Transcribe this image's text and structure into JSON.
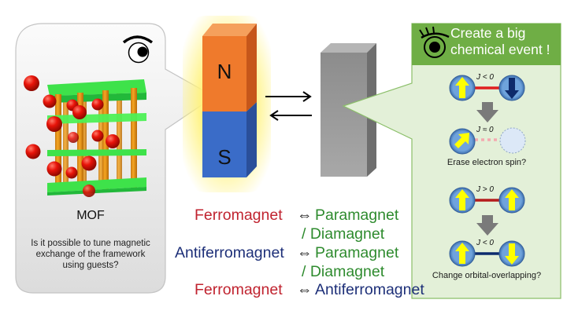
{
  "mof_panel": {
    "label": "MOF",
    "question_lines": [
      "Is it possible to tune magnetic",
      "exchange of the framework",
      "using guests?"
    ]
  },
  "magnet": {
    "north_label": "N",
    "south_label": "S"
  },
  "transitions": [
    {
      "left": "Ferromagnet",
      "arrow": "⇔",
      "right": "Paramagnet",
      "right_cont": "/ Diamagnet"
    },
    {
      "left": "Antiferromagnet",
      "arrow": "⇔",
      "right": "Paramagnet",
      "right_cont": "/ Diamagnet"
    },
    {
      "left": "Ferromagnet",
      "arrow": "⇔",
      "right": "Antiferromagnet"
    }
  ],
  "event_panel": {
    "title_lines": [
      "Create a big",
      "chemical event !"
    ],
    "scheme1": {
      "before_label": "J < 0",
      "after_label": "J ≈ 0",
      "caption": "Erase electron spin?"
    },
    "scheme2": {
      "before_label": "J > 0",
      "after_label": "J < 0",
      "caption": "Change orbital-overlapping?"
    }
  },
  "colors": {
    "ferro": "#c0232f",
    "para": "#2e8b2e",
    "antiferro": "#1d2f78",
    "panel_green": "#6fae45",
    "panel_bg": "#e3f0d8"
  }
}
